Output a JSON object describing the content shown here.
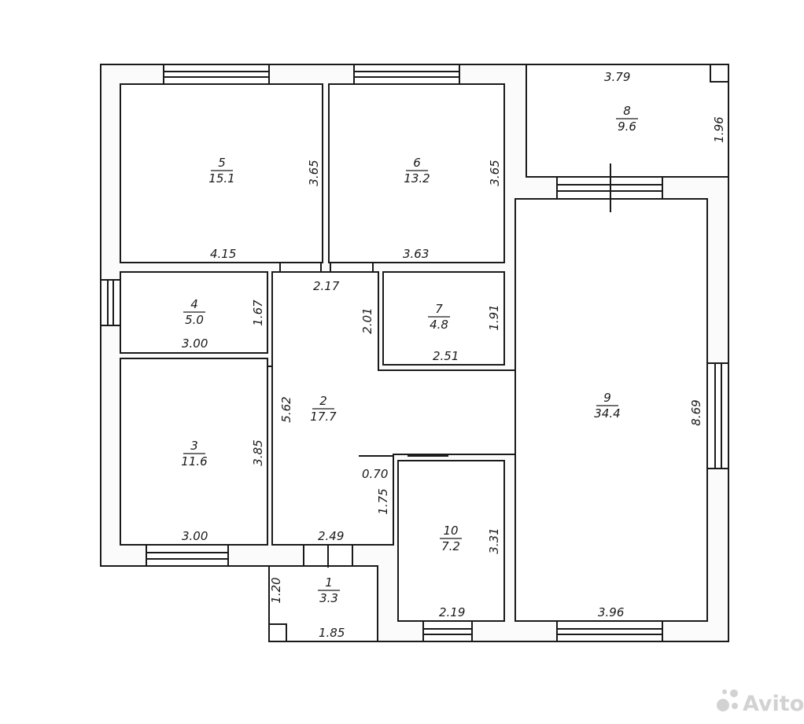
{
  "rooms": [
    {
      "id": "1",
      "number": "1",
      "area": "3.3"
    },
    {
      "id": "2",
      "number": "2",
      "area": "17.7"
    },
    {
      "id": "3",
      "number": "3",
      "area": "11.6"
    },
    {
      "id": "4",
      "number": "4",
      "area": "5.0"
    },
    {
      "id": "5",
      "number": "5",
      "area": "15.1"
    },
    {
      "id": "6",
      "number": "6",
      "area": "13.2"
    },
    {
      "id": "7",
      "number": "7",
      "area": "4.8"
    },
    {
      "id": "8",
      "number": "8",
      "area": "9.6"
    },
    {
      "id": "9",
      "number": "9",
      "area": "34.4"
    },
    {
      "id": "10",
      "number": "10",
      "area": "7.2"
    }
  ],
  "dimensions": {
    "r5_width": "4.15",
    "r5_height": "3.65",
    "r6_width": "3.63",
    "r6_height": "3.65",
    "r8_width": "3.79",
    "r8_height": "1.96",
    "r4_width": "3.00",
    "r4_height": "1.67",
    "r2_top": "2.17",
    "r2_height": "5.62",
    "r2_bottom": "2.49",
    "r7_width": "2.51",
    "r7_height": "1.91",
    "r7_side": "2.01",
    "r9_height": "8.69",
    "r9_width": "3.96",
    "r3_width": "3.00",
    "r3_height": "3.85",
    "step_width": "0.70",
    "step_height": "1.75",
    "r10_width": "2.19",
    "r10_height": "3.31",
    "r1_width": "1.85",
    "r1_height": "1.20"
  },
  "watermark": {
    "text": "Avito"
  }
}
